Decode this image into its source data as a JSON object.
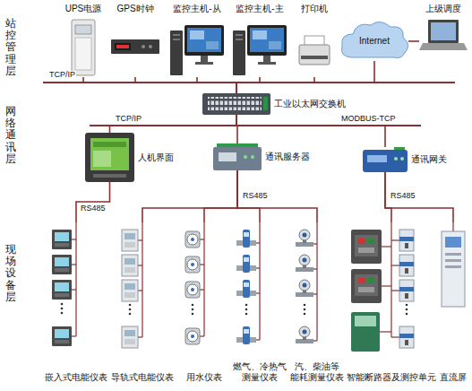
{
  "diagram": {
    "nodes": [
      {
        "text": [
          "UPS电源"
        ]
      },
      {
        "text": [
          "GPS时钟"
        ]
      },
      {
        "text": [
          "监控主机-从"
        ]
      },
      {
        "text": [
          "监控主机-主"
        ]
      },
      {
        "text": [
          "打印机"
        ]
      },
      {
        "text": [
          "Internet"
        ]
      },
      {
        "text": [
          "上级调度"
        ]
      },
      {
        "text": [
          "工业以太网交换机"
        ]
      },
      {
        "text": [
          "人机界面"
        ]
      },
      {
        "text": [
          "通讯服务器"
        ]
      },
      {
        "text": [
          "通讯网关"
        ]
      },
      {
        "text": [
          "嵌入式电能仪表"
        ]
      },
      {
        "text": [
          "导轨式电能仪表"
        ]
      },
      {
        "text": [
          "用水仪表"
        ]
      },
      {
        "text": [
          "燃气、冷热气 测量仪表"
        ]
      },
      {
        "text": [
          "汽、柴油等 能耗测量仪表"
        ]
      },
      {
        "text": [
          "智能断路器及测控单元"
        ]
      },
      {
        "text": [
          "直流屏"
        ]
      }
    ],
    "edges": [
      {
        "from": 0,
        "to": 7,
        "arrow": "none"
      },
      {
        "from": 1,
        "to": 7,
        "arrow": "none"
      },
      {
        "from": 2,
        "to": 7,
        "arrow": "none"
      },
      {
        "from": 3,
        "to": 7,
        "arrow": "none"
      },
      {
        "from": 4,
        "to": 7,
        "arrow": "none"
      },
      {
        "from": 5,
        "to": 7,
        "arrow": "none"
      },
      {
        "from": 5,
        "to": 6,
        "arrow": "none"
      },
      {
        "from": 7,
        "to": 8,
        "arrow": "none"
      },
      {
        "from": 7,
        "to": 9,
        "arrow": "none"
      },
      {
        "from": 7,
        "to": 10,
        "arrow": "none"
      },
      {
        "from": 8,
        "to": 11,
        "arrow": "none"
      },
      {
        "from": 9,
        "to": 12,
        "arrow": "none"
      },
      {
        "from": 9,
        "to": 13,
        "arrow": "none"
      },
      {
        "from": 9,
        "to": 14,
        "arrow": "none"
      },
      {
        "from": 9,
        "to": 15,
        "arrow": "none"
      },
      {
        "from": 10,
        "to": 16,
        "arrow": "none"
      },
      {
        "from": 10,
        "to": 17,
        "arrow": "none"
      }
    ],
    "labels": [
      "站控管理层",
      "网络通讯层",
      "现场设备层",
      "TCP/IP",
      "TCP/IP",
      "MODBUS-TCP",
      "RS485",
      "RS485",
      "RS485"
    ]
  }
}
